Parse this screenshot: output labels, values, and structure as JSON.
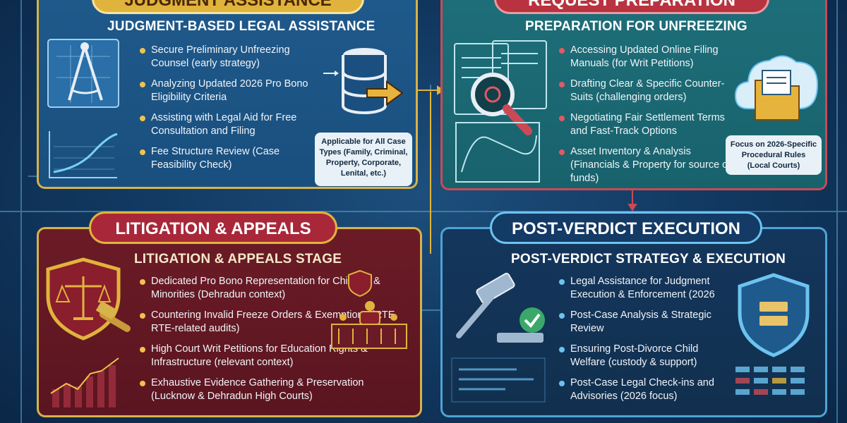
{
  "panels": {
    "top_left": {
      "banner": "JUDGMENT ASSISTANCE",
      "subtitle": "JUDGMENT-BASED LEGAL ASSISTANCE",
      "items": [
        "Secure Preliminary Unfreezing Counsel (early strategy)",
        "Analyzing Updated 2026 Pro Bono Eligibility Criteria",
        "Assisting with Legal Aid for Free Consultation and Filing",
        "Fee Structure Review (Case Feasibility Check)"
      ],
      "note": "Applicable for All Case Types (Family, Criminal, Property, Corporate, Lenital, etc.)"
    },
    "top_right": {
      "banner": "REQUEST PREPARATION",
      "subtitle": "PREPARATION FOR UNFREEZING",
      "items": [
        "Accessing Updated Online Filing Manuals (for Writ Petitions)",
        "Drafting Clear & Specific Counter-Suits (challenging orders)",
        "Negotiating Fair Settlement Terms and Fast-Track Options",
        "Asset Inventory & Analysis (Financials & Property for source of funds)"
      ],
      "note": "Focus on 2026-Specific Procedural Rules (Local Courts)"
    },
    "bottom_left": {
      "banner": "LITIGATION & APPEALS",
      "subtitle": "LITIGATION & APPEALS STAGE",
      "items": [
        "Dedicated Pro Bono Representation for Children & Minorities (Dehradun context)",
        "Countering Invalid Freeze Orders & Exemptions (RTE, RTE-related audits)",
        "High Court Writ Petitions for Education Rights & Infrastructure (relevant context)",
        "Exhaustive Evidence Gathering & Preservation (Lucknow & Dehradun High Courts)"
      ]
    },
    "bottom_right": {
      "banner": "POST-VERDICT EXECUTION",
      "subtitle": "POST-VERDICT STRATEGY & EXECUTION",
      "items": [
        "Legal Assistance for Judgment Execution & Enforcement (2026",
        "Post-Case Analysis & Strategic Review",
        "Ensuring Post-Divorce Child Welfare (custody & support)",
        "Post-Case Legal Check-ins and Advisories (2026 focus)"
      ]
    }
  },
  "icons": [
    "compass-blueprint-icon",
    "database-export-icon",
    "magnifier-document-icon",
    "cloud-folder-icon",
    "justice-shield-icon",
    "courtroom-icon",
    "gavel-check-icon",
    "security-shield-icon",
    "trend-chart-icon"
  ],
  "colors": {
    "gold": "#e0b43c",
    "red": "#b8333f",
    "teal": "#1e6f7a",
    "navy": "#143a66",
    "maroon": "#6b1b26",
    "sky": "#6cc3f0"
  }
}
